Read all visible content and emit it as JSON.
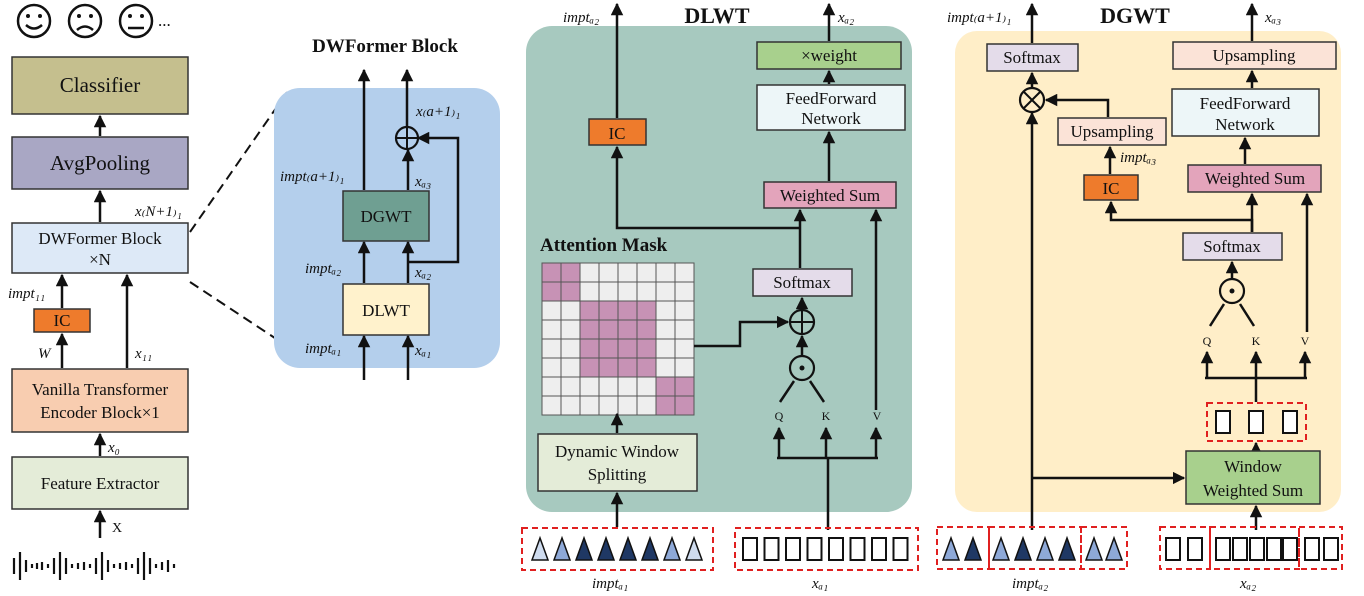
{
  "emoji": {
    "ellipsis": "..."
  },
  "left": {
    "classifier": "Classifier",
    "avgpool": "AvgPooling",
    "dwformer": "DWFormer Block",
    "times_n": "×N",
    "ic": "IC",
    "vanilla1": "Vanilla Transformer",
    "vanilla2": "Encoder Block×1",
    "feature": "Feature Extractor",
    "x_in": "X",
    "x0": "x₀",
    "x11": "x₁₁",
    "w": "W",
    "impt11": "impt₁₁",
    "xN1": "x₍N+1₎₁"
  },
  "block": {
    "title": "DWFormer Block",
    "dgwt": "DGWT",
    "dlwt": "DLWT",
    "x_a11": "x₍a+1₎₁",
    "impt_a11": "impt₍a+1₎₁",
    "x_a3": "xₐ₃",
    "impt_a2": "imptₐ₂",
    "x_a2": "xₐ₂",
    "impt_a1": "imptₐ₁",
    "x_a1": "xₐ₁"
  },
  "dlwt": {
    "title": "DLWT",
    "out_impt": "imptₐ₂",
    "out_x": "xₐ₂",
    "weight": "×weight",
    "ffn1": "FeedForward",
    "ffn2": "Network",
    "ic": "IC",
    "wsum": "Weighted Sum",
    "attn_mask": "Attention Mask",
    "softmax": "Softmax",
    "q": "Q",
    "k": "K",
    "v": "V",
    "dws1": "Dynamic Window",
    "dws2": "Splitting",
    "in_impt": "imptₐ₁",
    "in_x": "xₐ₁"
  },
  "dgwt": {
    "title": "DGWT",
    "out_impt": "impt₍a+1₎₁",
    "out_x": "xₐ₃",
    "softmax_top": "Softmax",
    "upsampling_top": "Upsampling",
    "upsampling_mid": "Upsampling",
    "ffn1": "FeedForward",
    "ffn2": "Network",
    "impt_a3": "imptₐ₃",
    "ic": "IC",
    "wsum": "Weighted Sum",
    "softmax": "Softmax",
    "q": "Q",
    "k": "K",
    "v": "V",
    "wws1": "Window",
    "wws2": "Weighted Sum",
    "in_impt": "imptₐ₂",
    "in_x": "xₐ₂"
  },
  "colors": {
    "olive": "#c5bf8e",
    "lavender": "#a9a7c4",
    "lightblue": "#dde9f7",
    "orange": "#ee7b2c",
    "salmon": "#f8cdb0",
    "lightgreen": "#e4ecd8",
    "blockbg": "#b4cfec",
    "cream": "#fff2cc",
    "teal": "#6f9f92",
    "dlwtbg": "#a7c9bf",
    "green": "#a8d08d",
    "icecream": "#edf6f8",
    "pink": "#e3a4bb",
    "purple": "#e4dcea",
    "peach": "#fbe3d7",
    "dgwtbg": "#ffeec8",
    "mask": "#c792b5",
    "redDash": "#e02020"
  }
}
